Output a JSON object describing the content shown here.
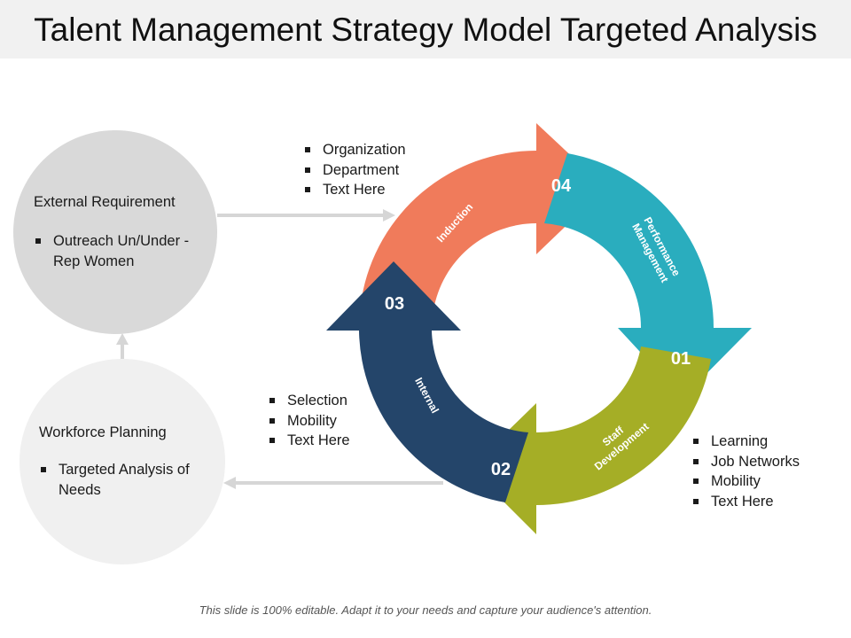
{
  "title": "Talent Management Strategy Model Targeted Analysis",
  "external": {
    "heading": "External Requirement",
    "items": [
      "Outreach Un/Under - Rep Women"
    ]
  },
  "workforce": {
    "heading": "Workforce Planning",
    "items": [
      "Targeted Analysis of Needs"
    ]
  },
  "cycle": {
    "segments": [
      {
        "number": "04",
        "label": "Induction",
        "color": "#f07b5b"
      },
      {
        "number": "01",
        "label_lines": [
          "Performance",
          "Management"
        ],
        "color": "#2aadbe"
      },
      {
        "number": "02",
        "label_lines": [
          "Staff",
          "Development"
        ],
        "color": "#a5ae26"
      },
      {
        "number": "03",
        "label": "Internal",
        "color": "#24456a"
      }
    ]
  },
  "lists": {
    "top": [
      "Organization",
      "Department",
      "Text Here"
    ],
    "left": [
      "Selection",
      "Mobility",
      "Text Here"
    ],
    "right": [
      "Learning",
      "Job Networks",
      "Mobility",
      "Text Here"
    ]
  },
  "footer": "This slide is 100% editable. Adapt it to your needs and capture your audience's attention."
}
